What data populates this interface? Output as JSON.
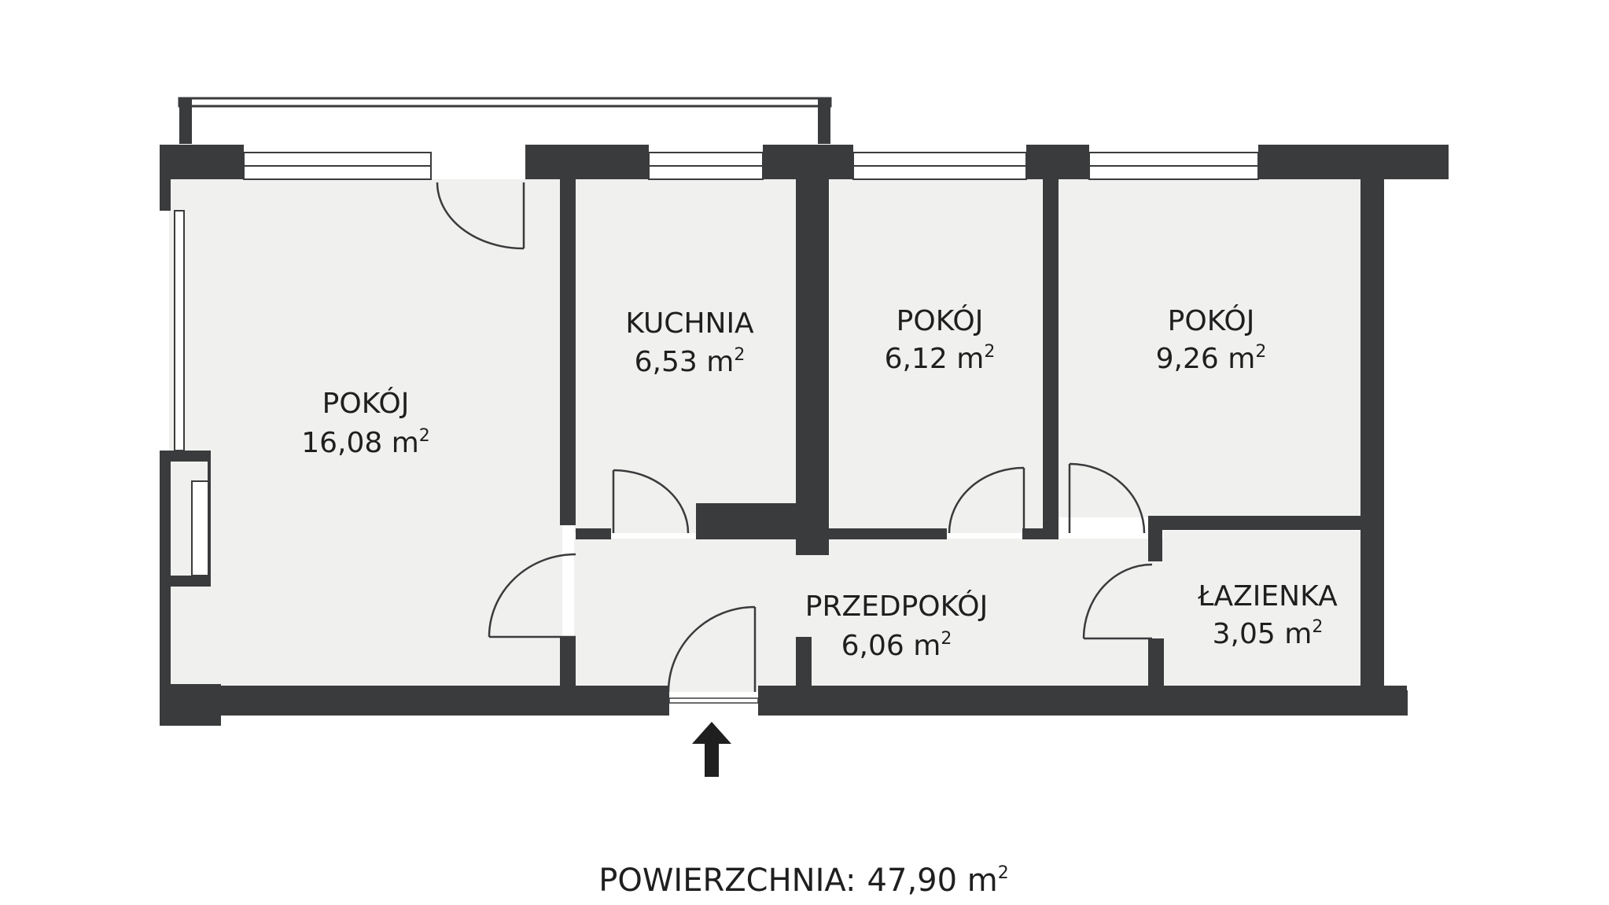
{
  "colors": {
    "wall": "#3a3b3c",
    "floor": "#f0f0ef",
    "window": "#ffffff",
    "line": "#3a3b3c",
    "text": "#1f1f1f"
  },
  "rooms": [
    {
      "id": "pokoj-1",
      "name": "POKÓJ",
      "area": "16,08 m",
      "unit_sup": "2"
    },
    {
      "id": "kuchnia",
      "name": "KUCHNIA",
      "area": "6,53 m",
      "unit_sup": "2"
    },
    {
      "id": "pokoj-2",
      "name": "POKÓJ",
      "area": "6,12 m",
      "unit_sup": "2"
    },
    {
      "id": "pokoj-3",
      "name": "POKÓJ",
      "area": "9,26 m",
      "unit_sup": "2"
    },
    {
      "id": "przedpokoj",
      "name": "PRZEDPOKÓJ",
      "area": "6,06 m",
      "unit_sup": "2"
    },
    {
      "id": "lazienka",
      "name": "ŁAZIENKA",
      "area": "3,05 m",
      "unit_sup": "2"
    }
  ],
  "total": {
    "label": "POWIERZCHNIA:",
    "value": "47,90 m",
    "unit_sup": "2"
  },
  "entrance_icon": "arrow-up-icon"
}
